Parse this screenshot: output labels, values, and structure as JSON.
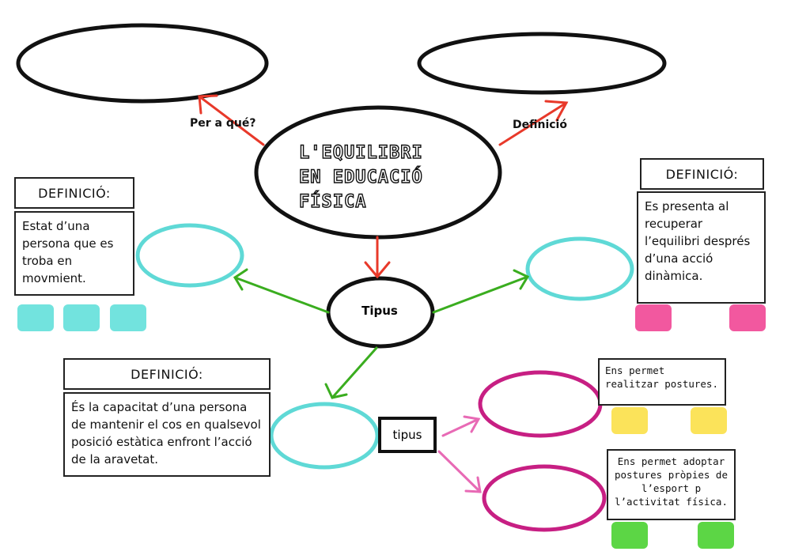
{
  "center": {
    "title": "L'EQUILIBRI\nEN EDUCACIÓ\nFÍSICA"
  },
  "labels": {
    "per_a_que": "Per a qué?",
    "definicio": "Definició"
  },
  "tipus_center": "Tipus",
  "tipus_box": "tipus",
  "left_card": {
    "title": "DEFINICIÓ:",
    "text": "Estat d’una persona que es troba en movmient."
  },
  "right_card": {
    "title": "DEFINICIÓ:",
    "text": "Es presenta al recuperar l’equilibri després d’una acció dinàmica."
  },
  "bottom_card": {
    "title": "DEFINICIÓ:",
    "text": "És la capacitat d’una persona de mantenir el cos en qualsevol posició estàtica enfront l’acció de la aravetat."
  },
  "note_top": {
    "text": "Ens permet realitzar postures."
  },
  "note_bottom": {
    "text": "Ens permet adoptar postures pròpies de l’esport p l’activitat física."
  },
  "colors": {
    "red": "#e8392a",
    "green": "#3aad1f",
    "pink": "#e86ab5",
    "cyan": "#5fd9d6",
    "magenta": "#c71f83",
    "chip_cyan": "#72e3de",
    "chip_pink": "#f2589f",
    "chip_yellow": "#fbe35a",
    "chip_green": "#5cd645"
  }
}
